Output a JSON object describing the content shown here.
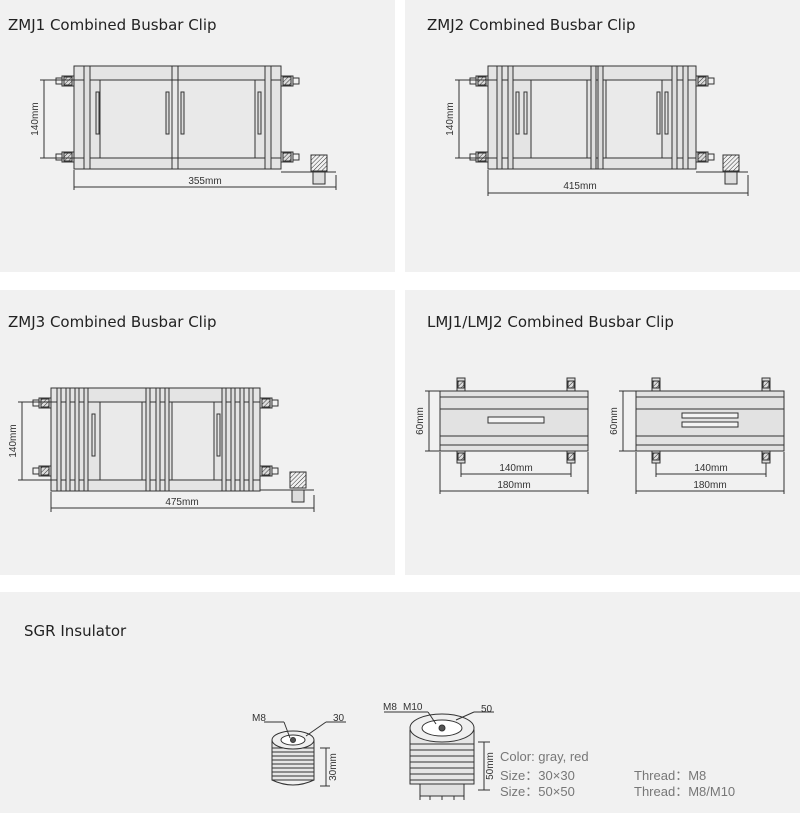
{
  "panels": {
    "zmj1": {
      "title": "ZMJ1 Combined Busbar Clip",
      "height_label": "140mm",
      "width_label": "355mm"
    },
    "zmj2": {
      "title": "ZMJ2 Combined Busbar Clip",
      "height_label": "140mm",
      "width_label": "415mm"
    },
    "zmj3": {
      "title": "ZMJ3 Combined Busbar Clip",
      "height_label": "140mm",
      "width_label": "475mm"
    },
    "lmj": {
      "title": "LMJ1/LMJ2 Combined Busbar Clip",
      "left": {
        "height_label": "60mm",
        "inner_label": "140mm",
        "outer_label": "180mm"
      },
      "right": {
        "height_label": "60mm",
        "inner_label": "140mm",
        "outer_label": "180mm"
      }
    },
    "sgr": {
      "title": "SGR Insulator",
      "small": {
        "thread_label": "M8",
        "size_label": "30",
        "height_label": "30mm"
      },
      "large": {
        "thread_label_1": "M8",
        "thread_label_2": "M10",
        "size_label": "50",
        "height_label": "50mm"
      },
      "specs": {
        "color": "Color: gray, red",
        "size_1": "Size：30×30",
        "size_2": "Size：50×50",
        "thread_1": "Thread：M8",
        "thread_2": "Thread：M8/M10"
      }
    }
  },
  "colors": {
    "panel_bg": "#f1f1f1",
    "line": "#333333",
    "body_fill": "#e6e6e6"
  }
}
